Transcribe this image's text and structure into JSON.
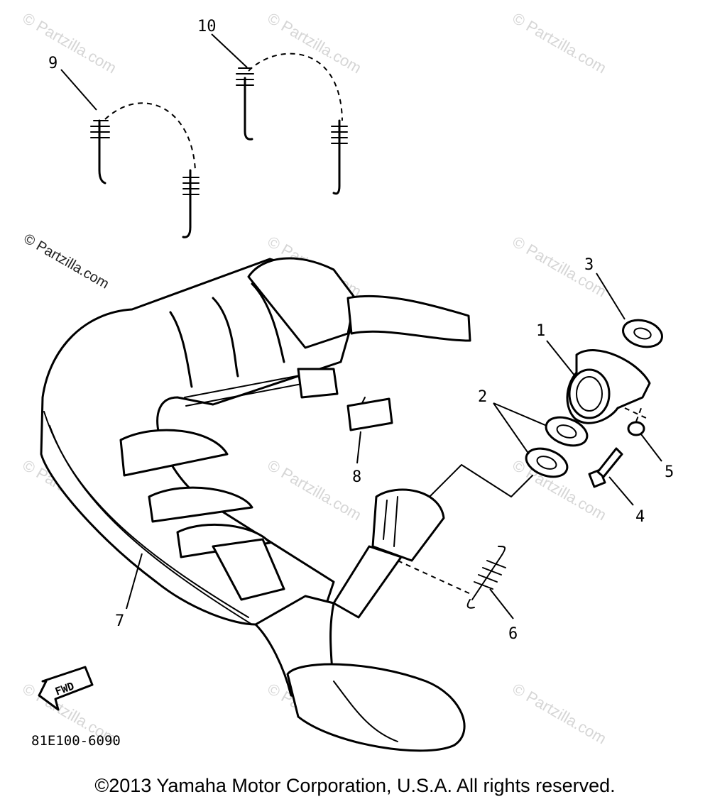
{
  "diagram": {
    "callouts": {
      "part_1": "1",
      "part_2": "2",
      "part_3": "3",
      "part_4": "4",
      "part_5": "5",
      "part_6": "6",
      "part_7": "7",
      "part_8": "8",
      "part_9": "9",
      "part_10": "10"
    },
    "fwd_marker": "FWD",
    "diagram_code": "81E100-6090"
  },
  "watermark": {
    "text": "© Partzilla.com"
  },
  "footer": {
    "copyright": "©2013 Yamaha Motor Corporation, U.S.A. All rights reserved."
  }
}
